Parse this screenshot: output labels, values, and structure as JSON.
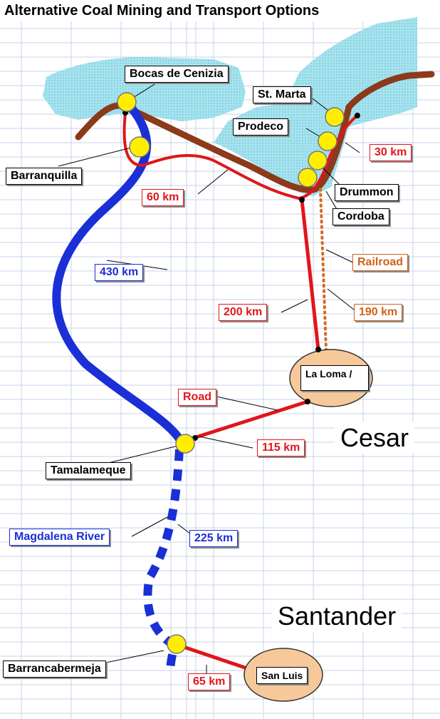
{
  "title": "Alternative Coal Mining and Transport Options",
  "regions": {
    "cesar": "Cesar",
    "santander": "Santander"
  },
  "places": {
    "bocas": "Bocas de Cenizia",
    "st_marta": "St. Marta",
    "prodeco": "Prodeco",
    "barranquilla": "Barranquilla",
    "drummon": "Drummon",
    "cordoba": "Cordoba",
    "la_loma": "La Loma /",
    "tamalameque": "Tamalameque",
    "barrancabermeja": "Barrancabermeja",
    "san_luis": "San Luis"
  },
  "routes": {
    "km_30": "30 km",
    "km_60": "60 km",
    "km_430": "430 km",
    "railroad": "Railroad",
    "km_200": "200 km",
    "km_190": "190 km",
    "road": "Road",
    "km_115": "115 km",
    "magdalena": "Magdalena River",
    "km_225": "225 km",
    "km_65": "65 km"
  },
  "colors": {
    "road": "#e0161b",
    "river": "#1a2fd6",
    "rail": "#d46a1f",
    "coast": "#8b3a1a",
    "sea": "#a6e3ee",
    "node": "#ffee00",
    "region_fill": "#f7c99a"
  }
}
